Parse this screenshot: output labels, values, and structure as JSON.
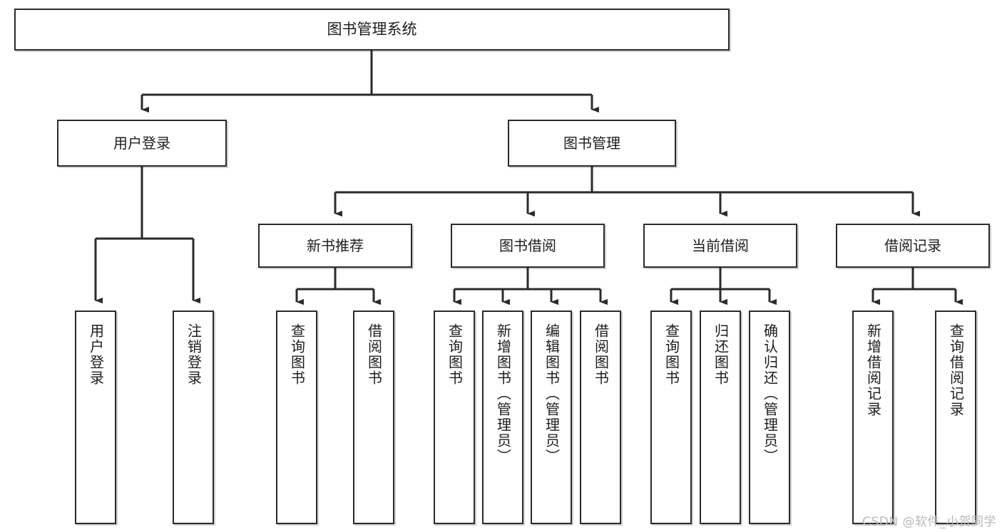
{
  "diagram": {
    "title": "图书管理系统",
    "type": "tree",
    "root": {
      "id": "root",
      "label": "图书管理系统"
    },
    "level2": [
      {
        "id": "user-login",
        "label": "用户登录"
      },
      {
        "id": "book-manage",
        "label": "图书管理"
      }
    ],
    "level3": [
      {
        "id": "new-book-recommend",
        "label": "新书推荐",
        "parent": "book-manage"
      },
      {
        "id": "book-borrow",
        "label": "图书借阅",
        "parent": "book-manage"
      },
      {
        "id": "current-borrow",
        "label": "当前借阅",
        "parent": "book-manage"
      },
      {
        "id": "borrow-record",
        "label": "借阅记录",
        "parent": "book-manage"
      }
    ],
    "leaves": [
      {
        "id": "leaf-user-login",
        "label": "用户登录",
        "parent": "user-login"
      },
      {
        "id": "leaf-logout",
        "label": "注销登录",
        "parent": "user-login"
      },
      {
        "id": "leaf-query-book-1",
        "label": "查询图书",
        "parent": "new-book-recommend"
      },
      {
        "id": "leaf-borrow-book-1",
        "label": "借阅图书",
        "parent": "new-book-recommend"
      },
      {
        "id": "leaf-query-book-2",
        "label": "查询图书",
        "parent": "book-borrow"
      },
      {
        "id": "leaf-add-book",
        "label": "新增图书（管理员）",
        "parent": "book-borrow"
      },
      {
        "id": "leaf-edit-book",
        "label": "编辑图书（管理员）",
        "parent": "book-borrow"
      },
      {
        "id": "leaf-borrow-book-2",
        "label": "借阅图书",
        "parent": "book-borrow"
      },
      {
        "id": "leaf-query-book-3",
        "label": "查询图书",
        "parent": "current-borrow"
      },
      {
        "id": "leaf-return-book",
        "label": "归还图书",
        "parent": "current-borrow"
      },
      {
        "id": "leaf-confirm-return",
        "label": "确认归还（管理员）",
        "parent": "current-borrow"
      },
      {
        "id": "leaf-add-record",
        "label": "新增借阅记录",
        "parent": "borrow-record"
      },
      {
        "id": "leaf-query-record",
        "label": "查询借阅记录",
        "parent": "borrow-record"
      }
    ],
    "colors": {
      "stroke": "#2b2b2b",
      "fill": "#ffffff",
      "text": "#1d1d1d",
      "watermark": "#b9b9b9"
    }
  },
  "watermark": {
    "text": "CSDN @软件_小贺同学"
  }
}
